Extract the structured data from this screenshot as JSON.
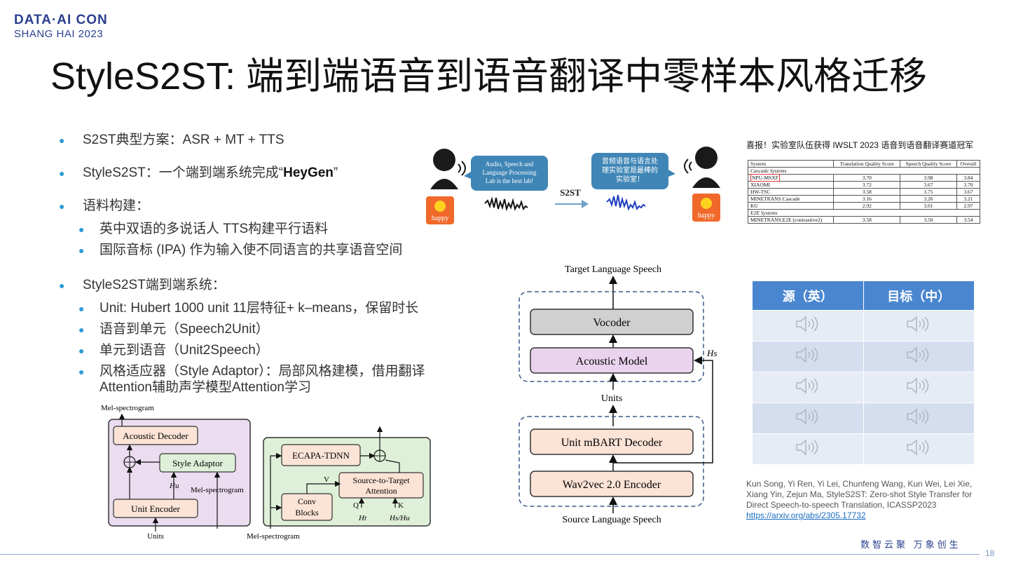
{
  "logo": {
    "line1": "DATA·AI CON",
    "line2": "SHANG HAI 2023"
  },
  "title": "StyleS2ST: 端到端语音到语音翻译中零样本风格迁移",
  "bullets": [
    {
      "level": 1,
      "text": "S2ST典型方案：ASR + MT + TTS"
    },
    {
      "level": 1,
      "text_before": "StyleS2ST：一个端到端系统完成“",
      "bold": "HeyGen",
      "text_after": "”"
    },
    {
      "level": 1,
      "text": "语料构建："
    },
    {
      "level": 2,
      "text": "英中双语的多说话人 TTS构建平行语料"
    },
    {
      "level": 2,
      "text": "国际音标 (IPA) 作为输入使不同语言的共享语音空间"
    },
    {
      "level": 1,
      "text": "StyleS2ST端到端系统："
    },
    {
      "level": 2,
      "text": "Unit: Hubert 1000 unit 11层特征+ k–means，保留时长"
    },
    {
      "level": 2,
      "text": "语音到单元（Speech2Unit）"
    },
    {
      "level": 2,
      "text": "单元到语音（Unit2Speech）"
    },
    {
      "level": 2,
      "text": "风格适应器（Style Adaptor）：局部风格建模，借用翻译"
    },
    {
      "level": 0,
      "text": "Attention辅助声学模型Attention学习"
    }
  ],
  "s2st_figure": {
    "bubble_en": [
      "Audio, Speech and",
      "Language Processing",
      "Lab is the best lab!"
    ],
    "bubble_zh": [
      "音频语音与语言处",
      "理实验室是最棒的",
      "实验室！"
    ],
    "arrow_label": "S2ST",
    "happy_label": "happy"
  },
  "award": {
    "text": "喜报！实验室队伍获得 IWSLT 2023 语音到语音翻译赛道冠军",
    "headers": [
      "System",
      "Translation Quality Score",
      "Speech Quality Score",
      "Overall"
    ],
    "groups": [
      {
        "name": "Cascade Systems",
        "rows": [
          [
            "NPU-MSXF",
            "3.70",
            "3.98",
            "3.84"
          ],
          [
            "XIAOMI",
            "3.72",
            "3.67",
            "3.70"
          ],
          [
            "HW-TSC",
            "3.58",
            "3.75",
            "3.67"
          ],
          [
            "MINETRANS.Cascade",
            "3.16",
            "3.26",
            "3.21"
          ],
          [
            "KU",
            "2.92",
            "3.01",
            "2.97"
          ]
        ]
      },
      {
        "name": "E2E Systems",
        "rows": [
          [
            "MINETRANS.E2E (contrastive2)",
            "3.58",
            "3.50",
            "3.54"
          ]
        ]
      }
    ]
  },
  "arch_figure": {
    "top_label": "Target Language Speech",
    "vocoder": "Vocoder",
    "acoustic": "Acoustic Model",
    "units": "Units",
    "decoder": "Unit mBART Decoder",
    "encoder": "Wav2vec 2.0 Encoder",
    "bottom_label": "Source Language Speech",
    "hs": "Hs"
  },
  "detail_figure": {
    "mel_top": "Mel-spectrogram",
    "acoustic_decoder": "Acoustic Decoder",
    "style_adaptor": "Style Adaptor",
    "hu": "Hu",
    "mel_side": "Mel-spectrogram",
    "unit_encoder": "Unit Encoder",
    "units": "Units",
    "ecapa": "ECAPA-TDNN",
    "s2t_line1": "Source-to-Target",
    "s2t_line2": "Attention",
    "v": "V",
    "conv_line1": "Conv",
    "conv_line2": "Blocks",
    "q": "Q",
    "k": "K",
    "ht": "Ht",
    "hsu": "Hs/Hu",
    "mel_bottom": "Mel-spectrogram"
  },
  "audio_table": {
    "headers": [
      "源（英）",
      "目标（中）"
    ],
    "rows": 5
  },
  "citation": {
    "text": "Kun Song, Yi Ren, Yi Lei, Chunfeng Wang, Kun Wei, Lei Xie, Xiang Yin, Zejun Ma, StyleS2ST: Zero-shot Style Transfer for Direct Speech-to-speech Translation, ICASSP2023 ",
    "link": "https://arxiv.org/abs/2305.17732"
  },
  "slogan": "数智云聚  万象创生",
  "page_number": "18",
  "colors": {
    "accent": "#2f9bd4",
    "brand": "#2b3f8f",
    "table_header": "#4a86d0"
  }
}
